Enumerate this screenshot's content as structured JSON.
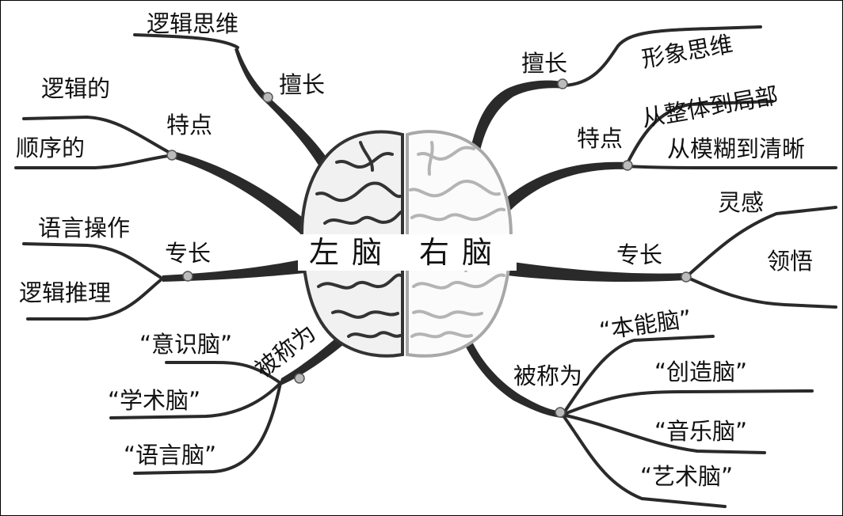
{
  "left": {
    "title": "左脑",
    "expertise_label": "擅长",
    "expertise_item": "逻辑思维",
    "feature_label": "特点",
    "feature_items": [
      "逻辑的",
      "顺序的"
    ],
    "specialty_label": "专长",
    "specialty_items": [
      "语言操作",
      "逻辑推理"
    ],
    "called_label": "被称为",
    "called_items": [
      "“意识脑”",
      "“学术脑”",
      "“语言脑”"
    ]
  },
  "right": {
    "title": "右脑",
    "expertise_label": "擅长",
    "expertise_item": "形象思维",
    "feature_label": "特点",
    "feature_items": [
      "从整体到局部",
      "从模糊到清晰"
    ],
    "specialty_label": "专长",
    "specialty_items": [
      "灵感",
      "领悟"
    ],
    "called_label": "被称为",
    "called_items": [
      "“本能脑”",
      "“创造脑”",
      "“音乐脑”",
      "“艺术脑”"
    ]
  }
}
